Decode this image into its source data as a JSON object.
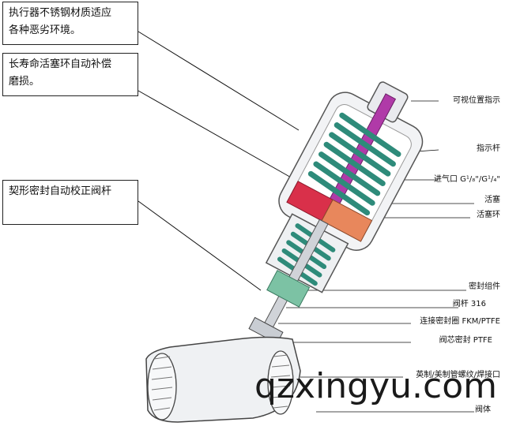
{
  "callouts": [
    {
      "text": "执行器不锈钢材质适应\n各种恶劣环境。"
    },
    {
      "text": "长寿命活塞环自动补偿\n磨损。"
    },
    {
      "text": "契形密封自动校正阀杆"
    }
  ],
  "labels": [
    "可视位置指示",
    "指示杆",
    "进气口 G¹/₈\"/G¹/₄\"",
    "活塞",
    "活塞环",
    "密封组件",
    "阀杆 316",
    "连接密封圈 FKM/PTFE",
    "阀芯密封 PTFE",
    "英制/美制管螺纹/焊接口",
    "阀体"
  ],
  "watermark": "qzxingyu.com",
  "colors": {
    "spring": "#2e8b7a",
    "piston_red": "#d9304a",
    "indicator_purple": "#b03aa8",
    "piston_ring_orange": "#e8875c",
    "seal_green": "#7cc2a4"
  }
}
